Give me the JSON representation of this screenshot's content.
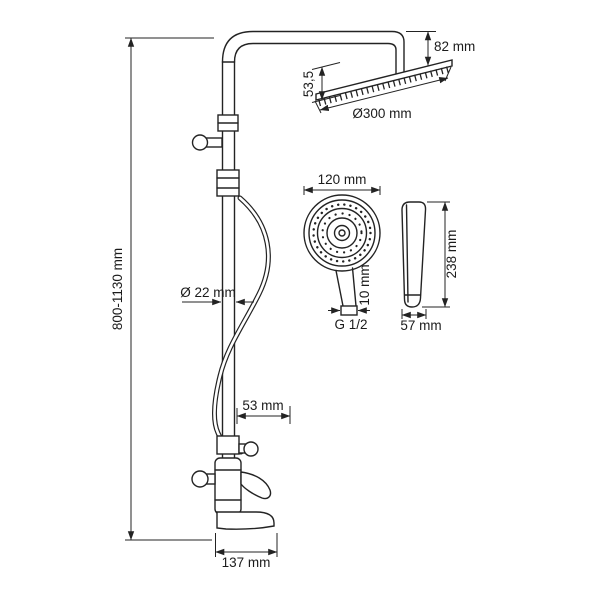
{
  "diagram": {
    "type": "technical-drawing",
    "subject": "shower-system-with-dimensions",
    "line_color": "#232323",
    "background": "#ffffff",
    "dimensions": {
      "height_range": "800-1130 mm",
      "head_offset": "82 mm",
      "head_depth": "53,5",
      "head_diameter": "Ø300 mm",
      "hand_shower_diameter": "120 mm",
      "pipe_diameter": "Ø 22 mm",
      "handle_diameter": "10 mm",
      "connection_thread": "G 1/2",
      "hand_shower_length": "238 mm",
      "hand_shower_width": "57 mm",
      "bracket_offset": "53 mm",
      "spout_length": "137 mm"
    }
  }
}
